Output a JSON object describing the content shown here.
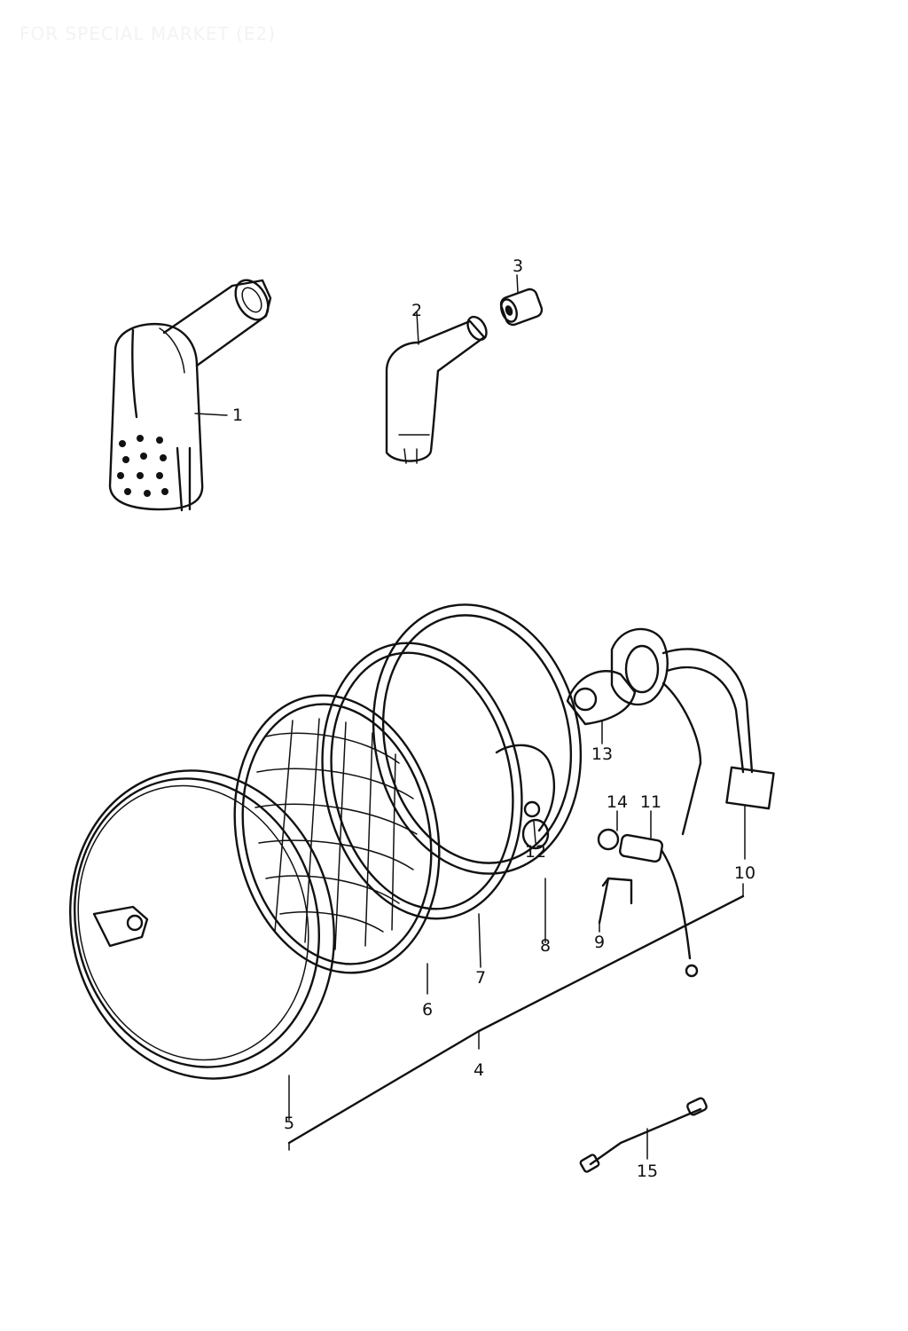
{
  "header": {
    "note": "FOR SPECIAL MARKET (E2)"
  },
  "callouts": [
    "1",
    "2",
    "3",
    "4",
    "5",
    "6",
    "7",
    "8",
    "9",
    "10",
    "11",
    "12",
    "13",
    "14",
    "15"
  ],
  "colors": {
    "ink": "#111111",
    "paper": "#ffffff",
    "header_text": "#f3f3f3"
  }
}
